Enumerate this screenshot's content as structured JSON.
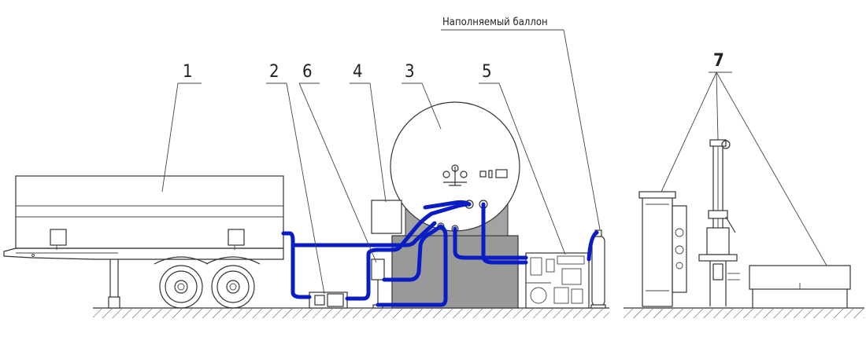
{
  "diagram": {
    "caption_filled_cylinder": "Наполняемый баллон",
    "labels": {
      "trailer": "1",
      "pump": "2",
      "tank": "3",
      "cabinet": "4",
      "compressor_unit": "5",
      "meter": "6",
      "dispensers": "7"
    },
    "colors": {
      "pipe": "#0a1cc4",
      "tank_base": "#999999",
      "line": "#333333"
    },
    "icons": {
      "ground": "hatched-ground-icon",
      "wheel": "wheel-icon",
      "valve": "valve-icon"
    }
  }
}
